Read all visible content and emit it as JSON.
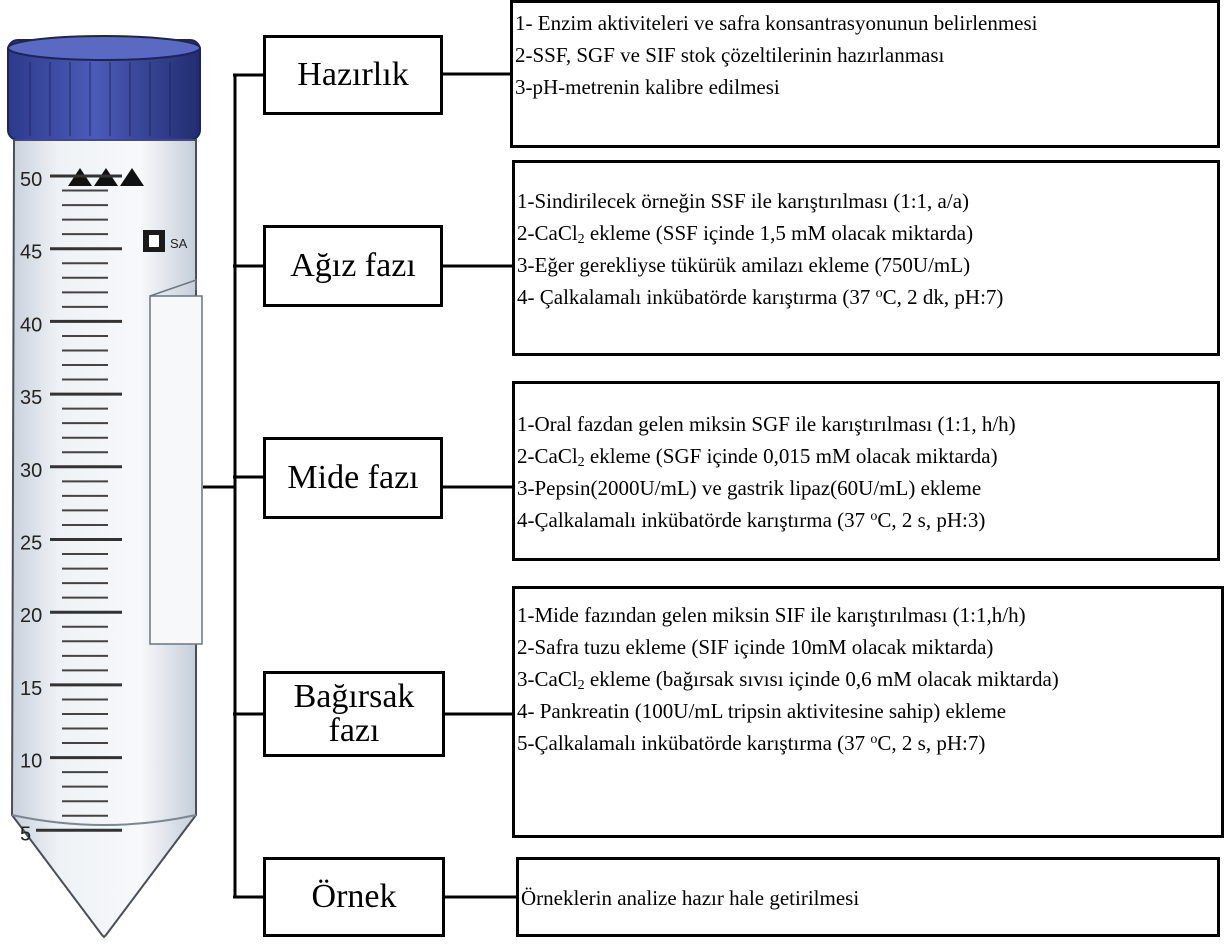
{
  "tube": {
    "scale_labels": [
      "50",
      "45",
      "40",
      "35",
      "30",
      "25",
      "20",
      "15",
      "10",
      "5"
    ],
    "brand_text": "SA"
  },
  "phases": [
    {
      "title": [
        "Hazırlık"
      ],
      "steps": [
        [
          "1- Enzim aktiviteleri ve safra konsantrasyonunun belirlenmesi"
        ],
        [
          "2-SSF, SGF ve SIF stok çözeltilerinin hazırlanması"
        ],
        [
          "3-pH-metrenin kalibre edilmesi"
        ]
      ]
    },
    {
      "title": [
        "Ağız fazı"
      ],
      "steps": [
        [
          "1-Sindirilecek örneğin SSF ile karıştırılması (1:1, a/a)"
        ],
        [
          "2-CaCl",
          {
            "sub": "2"
          },
          " ekleme (SSF içinde 1,5 mM olacak miktarda)"
        ],
        [
          "3-Eğer gerekliyse tükürük amilazı ekleme (750U/mL)"
        ],
        [
          "4- Çalkalamalı inkübatörde karıştırma (37 ",
          {
            "sup": "o"
          },
          "C, 2 dk, pH:7)"
        ]
      ]
    },
    {
      "title": [
        "Mide fazı"
      ],
      "steps": [
        [
          "1-Oral fazdan gelen miksin SGF ile karıştırılması (1:1, h/h)"
        ],
        [
          "2-CaCl",
          {
            "sub": "2"
          },
          " ekleme (SGF içinde 0,015 mM olacak miktarda)"
        ],
        [
          "3-Pepsin(2000U/mL) ve gastrik lipaz(60U/mL) ekleme"
        ],
        [
          "4-Çalkalamalı inkübatörde karıştırma (37 ",
          {
            "sup": "o"
          },
          "C, 2 s, pH:3)"
        ]
      ]
    },
    {
      "title": [
        "Bağırsak",
        "fazı"
      ],
      "steps": [
        [
          "1-Mide fazından gelen miksin SIF ile karıştırılması (1:1,h/h)"
        ],
        [
          "2-Safra tuzu ekleme (SIF içinde 10mM olacak miktarda)"
        ],
        [
          "3-CaCl",
          {
            "sub": "2"
          },
          " ekleme (bağırsak sıvısı içinde 0,6 mM olacak miktarda)"
        ],
        [
          "4- Pankreatin (100U/mL tripsin aktivitesine sahip) ekleme"
        ],
        [
          "5-Çalkalamalı inkübatörde karıştırma (37 ",
          {
            "sup": "o"
          },
          "C, 2 s, pH:7)"
        ]
      ]
    },
    {
      "title": [
        "Örnek"
      ],
      "steps": [
        [
          "Örneklerin analize hazır hale getirilmesi"
        ]
      ]
    }
  ]
}
